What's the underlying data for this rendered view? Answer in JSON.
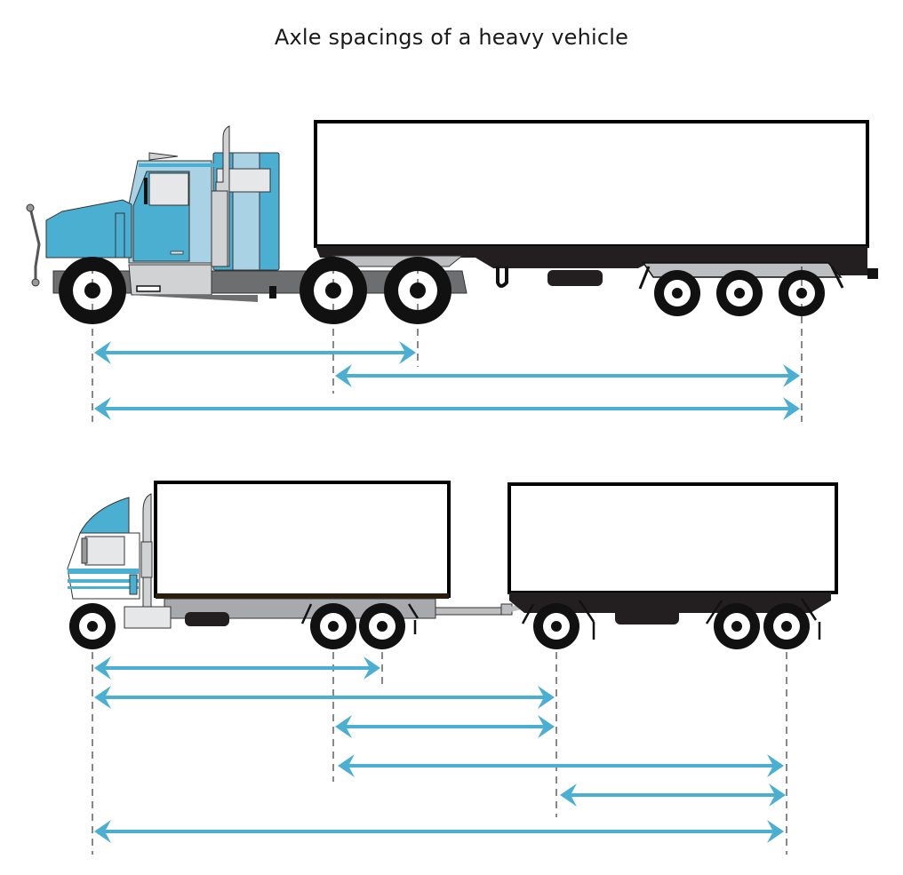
{
  "title": "Axle spacings of a heavy vehicle",
  "colors": {
    "arrow": "#4bafd1",
    "cab_blue": "#4bafd1",
    "cab_light_blue": "#a9d3e4",
    "chassis_gray": "#6d6d6f",
    "light_gray": "#d1d2d4",
    "tyre": "#111111",
    "trailer_outline": "#000000"
  },
  "diagrams": [
    {
      "name": "semi-trailer",
      "description": "Prime mover with tandem drive axles towing a tri-axle semi-trailer",
      "axle_groups": [
        "steer-axle",
        "tandem-drive-axles",
        "tri-axle-group"
      ],
      "spacing_arrows": [
        {
          "from": "steer-axle",
          "to": "rear-drive-axle"
        },
        {
          "from": "first-drive-axle",
          "to": "last-trailer-axle"
        },
        {
          "from": "steer-axle",
          "to": "last-trailer-axle"
        }
      ]
    },
    {
      "name": "truck-and-dog-trailer",
      "description": "Rigid truck with tandem axles towing a dog trailer",
      "axle_groups": [
        "steer-axle",
        "truck-tandem-axles",
        "dog-front-axle",
        "dog-rear-tandem-axles"
      ],
      "spacing_arrows": [
        {
          "from": "steer-axle",
          "to": "truck-rear-axle"
        },
        {
          "from": "steer-axle",
          "to": "dog-front-axle"
        },
        {
          "from": "truck-first-rear-axle",
          "to": "dog-front-axle"
        },
        {
          "from": "truck-first-rear-axle",
          "to": "last-dog-axle"
        },
        {
          "from": "dog-front-axle",
          "to": "last-dog-axle"
        },
        {
          "from": "steer-axle",
          "to": "last-dog-axle"
        }
      ]
    }
  ]
}
